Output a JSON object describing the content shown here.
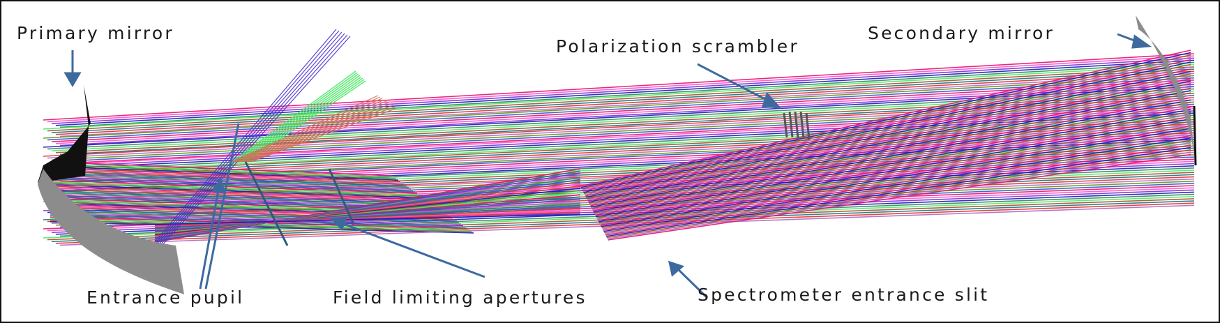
{
  "diagram": {
    "type": "optical ray-trace layout (telescope + spectrometer)",
    "labels": {
      "primary_mirror": "Primary mirror",
      "secondary_mirror": "Secondary mirror",
      "polarization_scrambler": "Polarization scrambler",
      "entrance_pupil": "Entrance pupil",
      "field_limiting_apertures": "Field limiting apertures",
      "spectrometer_entrance_slit": "Spectrometer entrance slit"
    },
    "colors": {
      "arrow": "#3d6a9e",
      "primary_mirror_dark": "#111111",
      "primary_mirror_grey": "#8a8a8a",
      "secondary_mirror": "#8c8c8c",
      "ray_palette": [
        "#e8106e",
        "#ff4fcf",
        "#7a2fd8",
        "#1a1ab8",
        "#2e8b57",
        "#4ee86a",
        "#a0522d",
        "#1f6f7f",
        "#e03030",
        "#b06ac0",
        "#6a8f1a",
        "#3355cc"
      ]
    }
  }
}
